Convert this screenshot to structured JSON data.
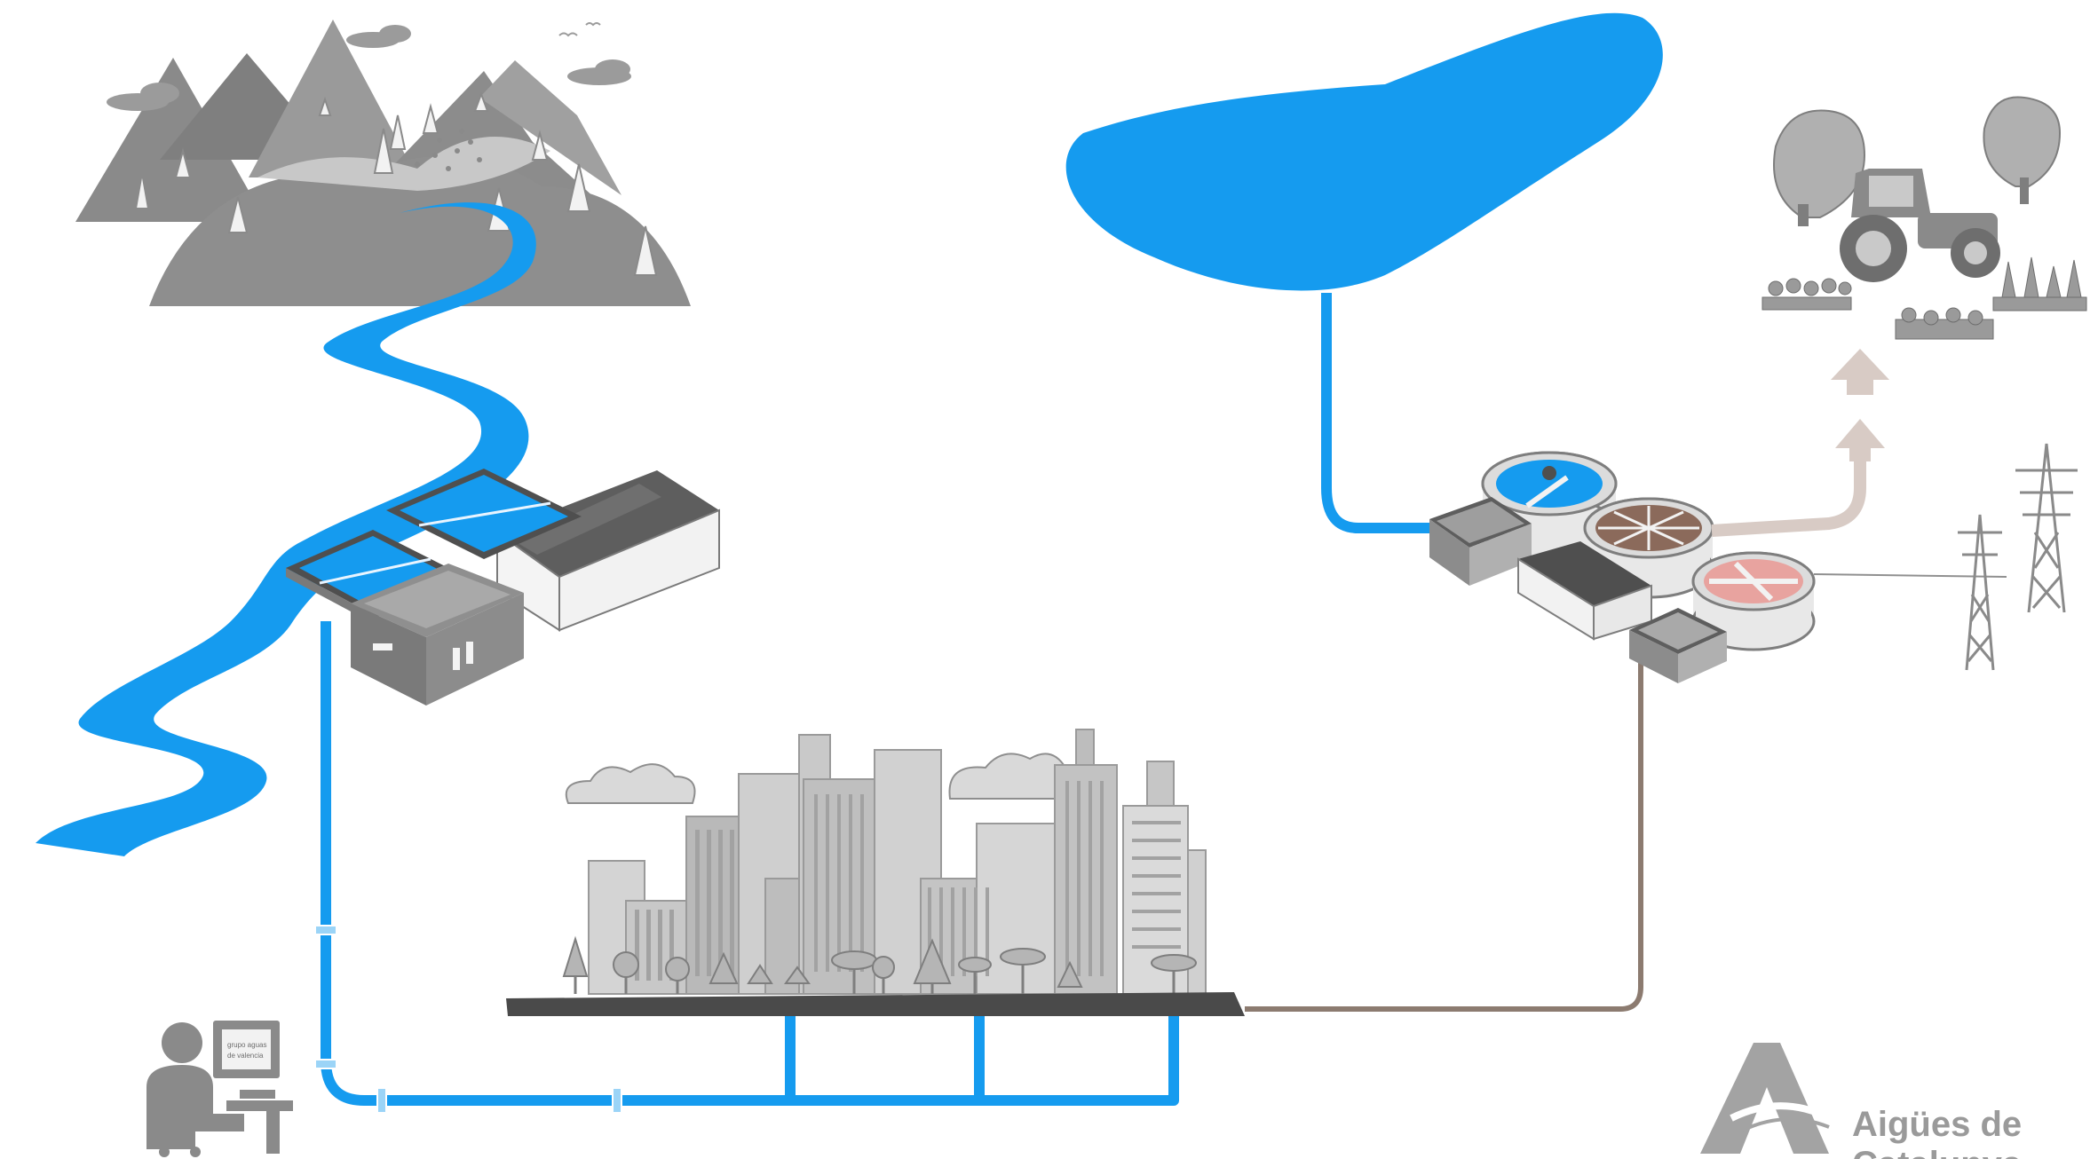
{
  "colors": {
    "water": "#159BEF",
    "wastewater": "#8C7B70",
    "reclaimed": "#D8CBC5",
    "greyLight": "#CFCFCF",
    "greyMid": "#A9A9A9",
    "greyDark": "#7E7E7E",
    "ground": "#4A4A4A",
    "sludge": "#8B6A5B",
    "digester": "#E8A39F",
    "powerLine": "#909090"
  },
  "icons": {
    "mountains": "mountains-icon",
    "river": "river-icon",
    "treatment_plant": "drinking-water-plant-icon",
    "city": "city-skyline-icon",
    "control_operator": "operator-workstation-icon",
    "reservoir": "reservoir-icon",
    "wastewater_plant": "wastewater-plant-icon",
    "farming": "tractor-icon",
    "power": "power-pylon-icon"
  },
  "workstation_screen": {
    "line1": "grupo aguas",
    "line2": "de valencia"
  },
  "logo": {
    "line1": "Aigües de",
    "line2": "Catalunya"
  }
}
